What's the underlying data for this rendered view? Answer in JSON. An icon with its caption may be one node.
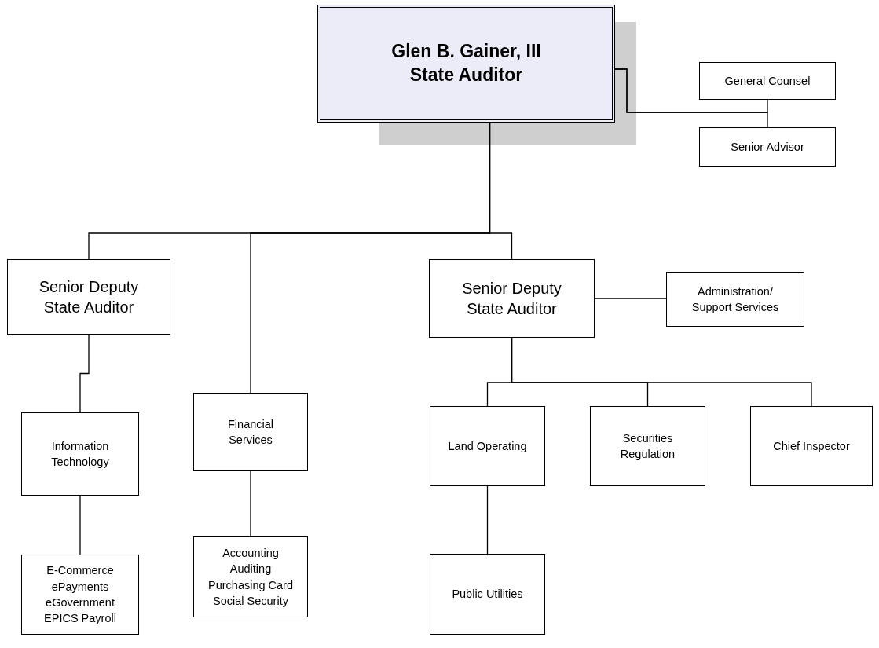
{
  "diagram": {
    "nodes": [
      {
        "text": [
          "Glen B. Gainer, III State Auditor"
        ]
      },
      {
        "text": [
          "General Counsel"
        ]
      },
      {
        "text": [
          "Senior Advisor"
        ]
      },
      {
        "text": [
          "Senior Deputy State Auditor"
        ]
      },
      {
        "text": [
          "Senior Deputy State Auditor"
        ]
      },
      {
        "text": [
          "Administration/ Support Services"
        ]
      },
      {
        "text": [
          "Information Technology"
        ]
      },
      {
        "text": [
          "Financial Services"
        ]
      },
      {
        "text": [
          "Land Operating"
        ]
      },
      {
        "text": [
          "Securities Regulation"
        ]
      },
      {
        "text": [
          "Chief Inspector"
        ]
      },
      {
        "text": [
          "E-Commerce ePayments eGovernment EPICS Payroll"
        ]
      },
      {
        "text": [
          "Accounting Auditing Purchasing Card Social Security"
        ]
      },
      {
        "text": [
          "Public Utilities"
        ]
      }
    ],
    "edges": [
      {
        "from": 0,
        "to": 1,
        "arrow": "none"
      },
      {
        "from": 0,
        "to": 2,
        "arrow": "none"
      },
      {
        "from": 0,
        "to": 3,
        "arrow": "none"
      },
      {
        "from": 0,
        "to": 7,
        "arrow": "none"
      },
      {
        "from": 0,
        "to": 4,
        "arrow": "none"
      },
      {
        "from": 4,
        "to": 5,
        "arrow": "none"
      },
      {
        "from": 3,
        "to": 6,
        "arrow": "none"
      },
      {
        "from": 6,
        "to": 11,
        "arrow": "none"
      },
      {
        "from": 7,
        "to": 12,
        "arrow": "none"
      },
      {
        "from": 4,
        "to": 8,
        "arrow": "none"
      },
      {
        "from": 4,
        "to": 9,
        "arrow": "none"
      },
      {
        "from": 4,
        "to": 10,
        "arrow": "none"
      },
      {
        "from": 8,
        "to": 13,
        "arrow": "none"
      }
    ]
  }
}
